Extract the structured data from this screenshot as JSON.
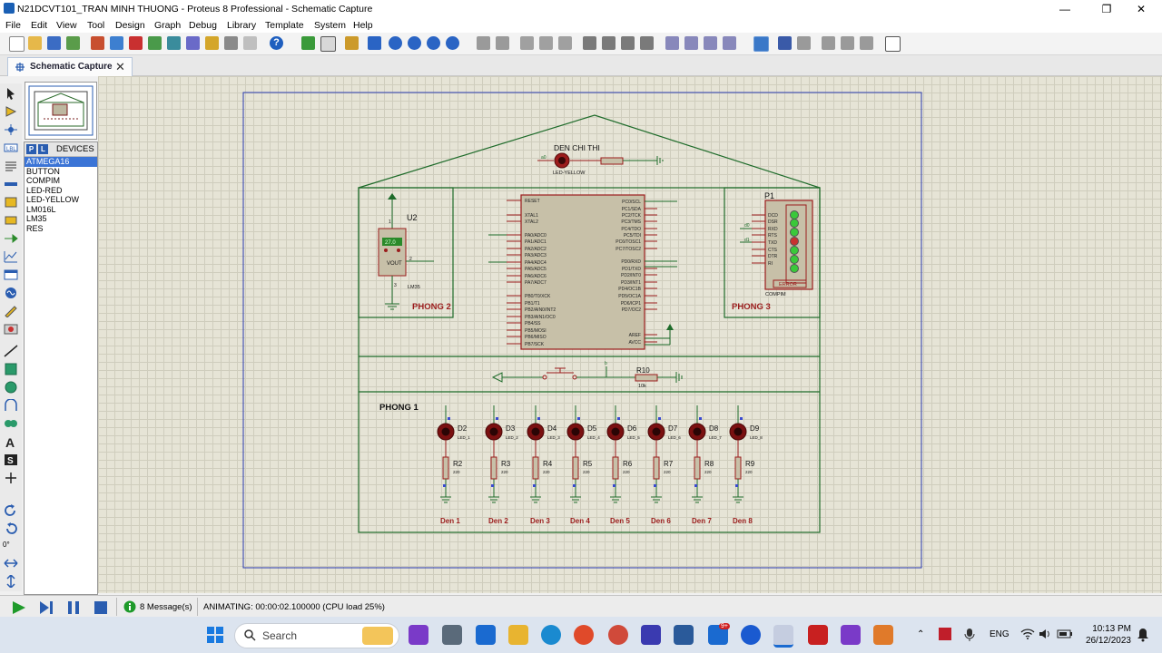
{
  "window": {
    "title": "N21DCVT101_TRAN MINH THUONG - Proteus 8 Professional - Schematic Capture",
    "minimize_icon": "minimize-icon",
    "maximize_icon": "maximize-icon",
    "close_icon": "close-icon"
  },
  "menu": [
    "File",
    "Edit",
    "View",
    "Tool",
    "Design",
    "Graph",
    "Debug",
    "Library",
    "Template",
    "System",
    "Help"
  ],
  "tab": {
    "label": "Schematic Capture"
  },
  "devices": {
    "header": "DEVICES",
    "p_label": "P",
    "l_label": "L",
    "items": [
      "ATMEGA16",
      "BUTTON",
      "COMPIM",
      "LED-RED",
      "LED-YELLOW",
      "LM016L",
      "LM35",
      "RES"
    ],
    "selected": "ATMEGA16"
  },
  "schematic": {
    "indicator": {
      "label": "DEN CHI THI",
      "part": "LED-YELLOW",
      "net": "a0"
    },
    "sensor": {
      "ref": "U2",
      "part": "LM35",
      "display": "27.0",
      "pin_label": "VOUT",
      "pins": [
        "1",
        "2",
        "3"
      ]
    },
    "room2": "PHONG 2",
    "room3": "PHONG 3",
    "room1": "PHONG 1",
    "mcu": {
      "left_pins": [
        "RESET",
        "XTAL1",
        "XTAL2",
        "PA0/ADC0",
        "PA1/ADC1",
        "PA2/ADC2",
        "PA3/ADC3",
        "PA4/ADC4",
        "PA5/ADC5",
        "PA6/ADC6",
        "PA7/ADC7",
        "PB0/T0/XCK",
        "PB1/T1",
        "PB2/AIN0/INT2",
        "PB3/AIN1/OC0",
        "PB4/SS",
        "PB5/MOSI",
        "PB6/MISO",
        "PB7/SCK"
      ],
      "right_pins": [
        "PC0/SCL",
        "PC1/SDA",
        "PC2/TCK",
        "PC3/TMS",
        "PC4/TDO",
        "PC5/TDI",
        "PC6/TOSC1",
        "PC7/TOSC2",
        "PD0/RXD",
        "PD1/TXD",
        "PD2/INT0",
        "PD3/INT1",
        "PD4/OC1B",
        "PD5/OC1A",
        "PD6/ICP1",
        "PD7/OC2",
        "AREF",
        "AVCC"
      ]
    },
    "serial": {
      "ref": "P1",
      "part": "COMPIM",
      "pins": [
        "DCD",
        "DSR",
        "RXD",
        "RTS",
        "TXD",
        "CTS",
        "DTR",
        "RI"
      ],
      "error": "ERROR",
      "nets": [
        "d0",
        "d1"
      ]
    },
    "button_row": {
      "resistor": "R10",
      "value": "10k",
      "net": "b"
    },
    "leds": [
      {
        "ref": "D2",
        "part": "LED_1",
        "res": "R2",
        "val": "220",
        "label": "Den 1"
      },
      {
        "ref": "D3",
        "part": "LED_2",
        "res": "R3",
        "val": "220",
        "label": "Den 2"
      },
      {
        "ref": "D4",
        "part": "LED_3",
        "res": "R4",
        "val": "220",
        "label": "Den 3"
      },
      {
        "ref": "D5",
        "part": "LED_4",
        "res": "R5",
        "val": "220",
        "label": "Den 4"
      },
      {
        "ref": "D6",
        "part": "LED_5",
        "res": "R6",
        "val": "220",
        "label": "Den 5"
      },
      {
        "ref": "D7",
        "part": "LED_6",
        "res": "R7",
        "val": "220",
        "label": "Den 6"
      },
      {
        "ref": "D8",
        "part": "LED_7",
        "res": "R8",
        "val": "220",
        "label": "Den 7"
      },
      {
        "ref": "D9",
        "part": "LED_8",
        "res": "R9",
        "val": "220",
        "label": "Den 8"
      }
    ]
  },
  "left_rotation": "0°",
  "status": {
    "messages": "8 Message(s)",
    "animating": "ANIMATING: 00:00:02.100000 (CPU load 25%)"
  },
  "taskbar": {
    "search_placeholder": "Search",
    "lang": "ENG",
    "time": "10:13 PM",
    "date": "26/12/2023",
    "badge": "9+"
  },
  "colors": {
    "wire": "#1e6b2a",
    "component": "#9b1c1c",
    "canvas": "#e6e4d6",
    "selection": "#3b74d6"
  }
}
